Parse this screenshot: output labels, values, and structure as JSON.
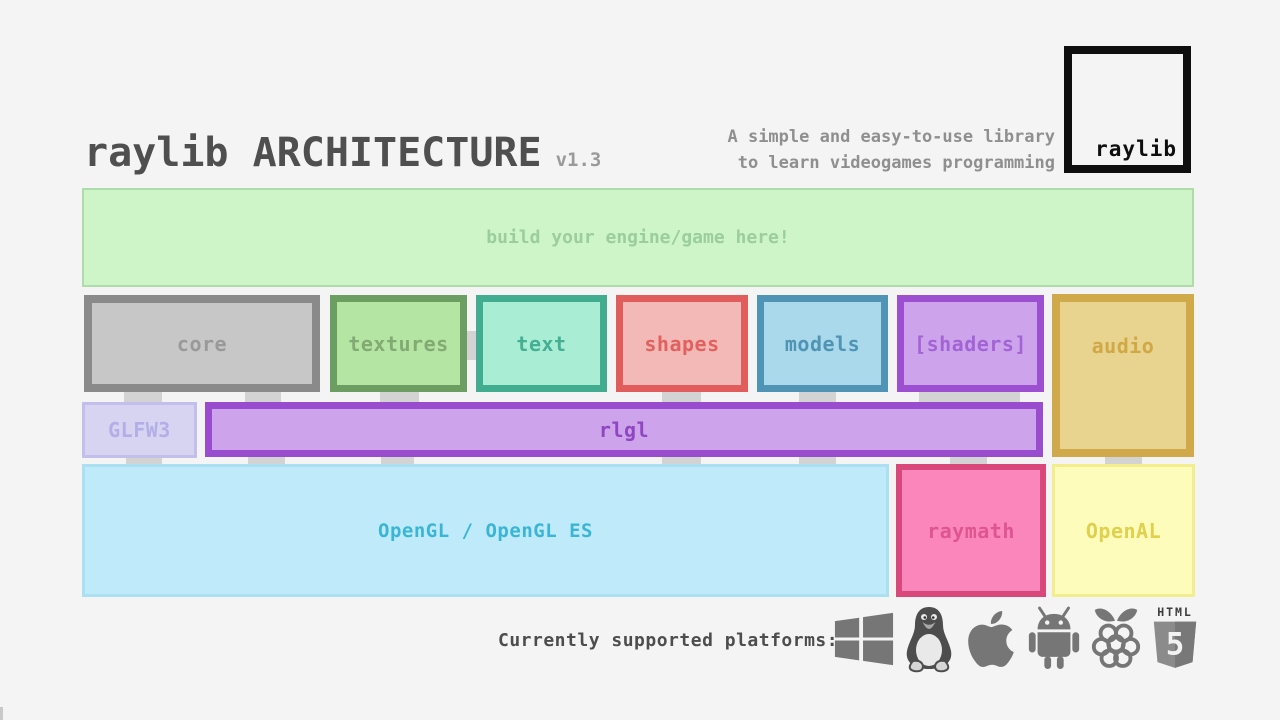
{
  "header": {
    "title": "raylib ARCHITECTURE",
    "version": "v1.3",
    "tagline_line1": "A simple and easy-to-use library",
    "tagline_line2": "to learn videogames programming",
    "logo_text": "raylib"
  },
  "colors": {
    "background": "#f4f4f4",
    "title": "#4f4f4f",
    "version": "#9a9a9a",
    "tagline": "#8f8f8f",
    "connector": "#d3d3d3",
    "platform_label": "#4d4d4d",
    "platform_icon": "#767676"
  },
  "engine_box": {
    "label": "build your engine/game here!",
    "fill": "#cdf5c8",
    "border": "#aedcaa",
    "text": "#9bcd9d"
  },
  "modules": [
    {
      "label": "core",
      "fill": "#c7c7c7",
      "border": "#8a8a8a",
      "text": "#999999"
    },
    {
      "label": "textures",
      "fill": "#b4e5a3",
      "border": "#6d9e61",
      "text": "#82ab74"
    },
    {
      "label": "text",
      "fill": "#a9edd5",
      "border": "#42ac90",
      "text": "#45af93"
    },
    {
      "label": "shapes",
      "fill": "#f2b9b7",
      "border": "#e15d5c",
      "text": "#e2615e"
    },
    {
      "label": "models",
      "fill": "#a9d9ea",
      "border": "#4f93b5",
      "text": "#4f93b5"
    },
    {
      "label": "[shaders]",
      "fill": "#cda4ec",
      "border": "#9c4fd0",
      "text": "#a263d4"
    },
    {
      "label": "audio",
      "fill": "#e8d48f",
      "border": "#cfa94a",
      "text": "#d0a845"
    }
  ],
  "glfw_box": {
    "label": "GLFW3",
    "fill": "#d6d4f0",
    "border": "#c3bfec",
    "text": "#b3aee8"
  },
  "rlgl_box": {
    "label": "rlgl",
    "fill": "#cda4ec",
    "border": "#9a4ccf",
    "text": "#8f46c0"
  },
  "backends": [
    {
      "label": "OpenGL / OpenGL ES",
      "fill": "#bfeafa",
      "border": "#abdff2",
      "text": "#3ab5d5"
    },
    {
      "label": "raymath",
      "fill": "#fb86bb",
      "border": "#d8487b",
      "text": "#df5590"
    },
    {
      "label": "OpenAL",
      "fill": "#fdfcbb",
      "border": "#f2ee8e",
      "text": "#dfd04e"
    }
  ],
  "platforms": {
    "label": "Currently supported platforms:",
    "icons": [
      "windows-icon",
      "linux-icon",
      "apple-icon",
      "android-icon",
      "raspberry-pi-icon",
      "html5-icon"
    ]
  }
}
